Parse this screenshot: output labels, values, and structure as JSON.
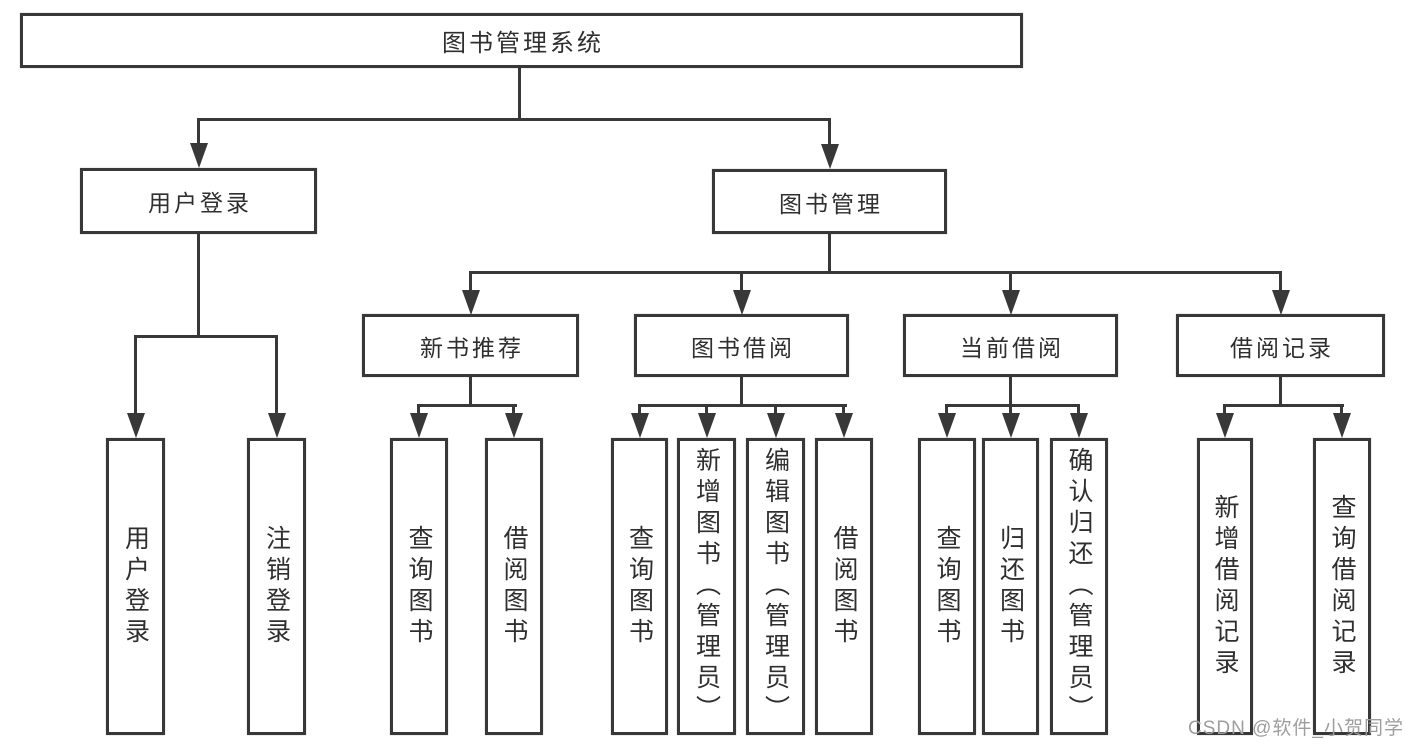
{
  "diagram": {
    "root": "图书管理系统",
    "branches": [
      {
        "label": "用户登录",
        "children": [
          "用户登录",
          "注销登录"
        ]
      },
      {
        "label": "图书管理",
        "groups": [
          {
            "label": "新书推荐",
            "children": [
              "查询图书",
              "借阅图书"
            ]
          },
          {
            "label": "图书借阅",
            "children": [
              "查询图书",
              "新增图书（管理员）",
              "编辑图书（管理员）",
              "借阅图书"
            ]
          },
          {
            "label": "当前借阅",
            "children": [
              "查询图书",
              "归还图书",
              "确认归还（管理员）"
            ]
          },
          {
            "label": "借阅记录",
            "children": [
              "新增借阅记录",
              "查询借阅记录"
            ]
          }
        ]
      }
    ]
  },
  "watermark": "CSDN @软件_小贺同学",
  "colors": {
    "background": "#ffffff",
    "line": "#383838",
    "text": "#2f2f2f",
    "watermark": "#9e9e9e"
  }
}
